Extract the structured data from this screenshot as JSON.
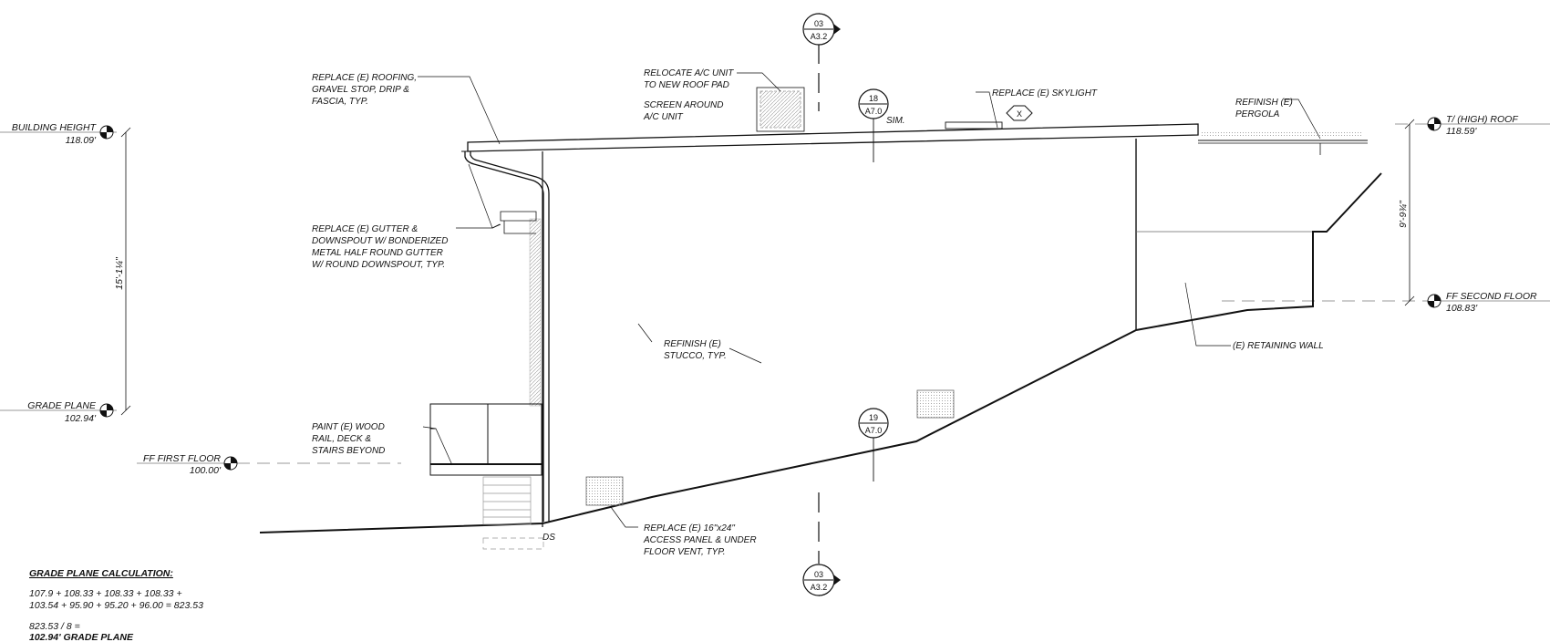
{
  "levels": {
    "building_height": {
      "label": "BUILDING HEIGHT",
      "value": "118.09'"
    },
    "grade_plane": {
      "label": "GRADE PLANE",
      "value": "102.94'"
    },
    "ff_first_floor": {
      "label": "FF FIRST FLOOR",
      "value": "100.00'"
    },
    "high_roof": {
      "label": "T/ (HIGH) ROOF",
      "value": "118.59'"
    },
    "ff_second_floor": {
      "label": "FF SECOND FLOOR",
      "value": "108.83'"
    }
  },
  "dimensions": {
    "overall_height": "15'-1¼\"",
    "upper_height": "9'-9¾\""
  },
  "notes": {
    "roofing": [
      "REPLACE (E) ROOFING,",
      "GRAVEL STOP, DRIP &",
      "FASCIA, TYP."
    ],
    "ac_relocate": [
      "RELOCATE A/C UNIT",
      "TO NEW ROOF PAD"
    ],
    "ac_screen": [
      "SCREEN AROUND",
      "A/C UNIT"
    ],
    "skylight": [
      "REPLACE (E) SKYLIGHT"
    ],
    "pergola": [
      "REFINISH (E)",
      "PERGOLA"
    ],
    "gutter": [
      "REPLACE (E) GUTTER &",
      "DOWNSPOUT W/ BONDERIZED",
      "METAL HALF ROUND GUTTER",
      "W/ ROUND DOWNSPOUT, TYP."
    ],
    "stucco": [
      "REFINISH (E)",
      "STUCCO, TYP."
    ],
    "retaining_wall": [
      "(E) RETAINING WALL"
    ],
    "wood_rail": [
      "PAINT (E) WOOD",
      "RAIL, DECK &",
      "STAIRS BEYOND"
    ],
    "access_panel": [
      "REPLACE (E) 16\"x24\"",
      "ACCESS PANEL & UNDER",
      "FLOOR VENT, TYP."
    ],
    "downspout": "DS",
    "sim": "SIM."
  },
  "tags": {
    "section_top": {
      "top": "03",
      "bottom": "A3.2"
    },
    "section_bottom": {
      "top": "03",
      "bottom": "A3.2"
    },
    "detail_18": {
      "top": "18",
      "bottom": "A7.0"
    },
    "detail_19": {
      "top": "19",
      "bottom": "A7.0"
    },
    "keynote": "X"
  },
  "grade_calc": {
    "title": "GRADE PLANE CALCULATION:",
    "line1": "107.9 + 108.33 + 108.33 + 108.33 +",
    "line2": "103.54 + 95.90 + 95.20 + 96.00 = 823.53",
    "line3": "823.53 / 8 =",
    "result": "102.94' GRADE PLANE"
  }
}
